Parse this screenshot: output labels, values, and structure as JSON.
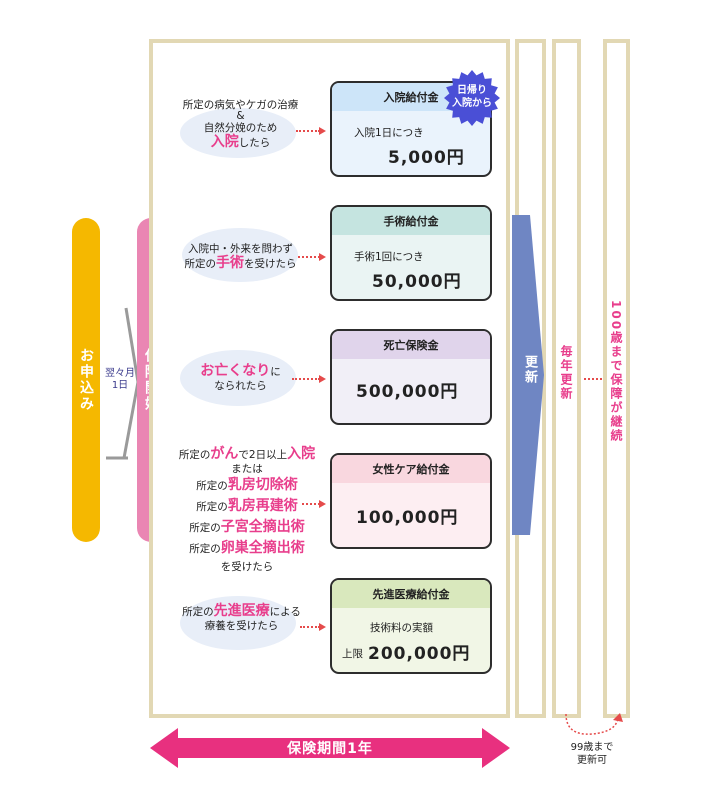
{
  "apply_label": "お申込み",
  "start_wait": "翌々月\n1日",
  "start_label": "保障開始",
  "benefits": [
    {
      "head": "入院給付金",
      "sub": "入院1日につき",
      "amount": "5,000円",
      "badge": "日帰り\n入院から",
      "condition": {
        "line1": "所定の病気やケガの治療",
        "line2": "&",
        "line3": "自然分娩のため",
        "hl": "入院",
        "tail": "したら"
      }
    },
    {
      "head": "手術給付金",
      "sub": "手術1回につき",
      "amount": "50,000円",
      "condition": {
        "line1": "入院中・外来を問わず",
        "pre": "所定の",
        "hl": "手術",
        "tail": "を受けたら"
      }
    },
    {
      "head": "死亡保険金",
      "amount": "500,000円",
      "condition": {
        "hl": "お亡くなり",
        "tail1": "に",
        "line2": "なられたら"
      }
    },
    {
      "head": "女性ケア給付金",
      "amount": "100,000円",
      "condition": {
        "r1pre": "所定の",
        "r1hl1": "がん",
        "r1mid": "で2日以上",
        "r1hl2": "入院",
        "r2": "または",
        "items": [
          {
            "pre": "所定の",
            "hl": "乳房切除術"
          },
          {
            "pre": "所定の",
            "hl": "乳房再建術"
          },
          {
            "pre": "所定の",
            "hl": "子宮全摘出術"
          },
          {
            "pre": "所定の",
            "hl": "卵巣全摘出術"
          }
        ],
        "tail": "を受けたら"
      }
    },
    {
      "head": "先進医療給付金",
      "sub": "技術料の実額",
      "limit": "上限",
      "amount": "200,000円",
      "condition": {
        "pre": "所定の",
        "hl": "先進医療",
        "mid": "による",
        "line2": "療養を受けたら"
      }
    }
  ],
  "renew_label": "更新",
  "yearly_renew": "毎年更新",
  "until_100": "100歳まで保障が継続",
  "renew_note": "99歳まで\n更新可",
  "period_label": "保険期間1年",
  "colors": {
    "apply": "#f5b800",
    "start": "#ea86b3",
    "renew": "#6f86c3",
    "pink": "#e83e8c",
    "frame": "#e2d8b4",
    "period": "#e8307f"
  }
}
